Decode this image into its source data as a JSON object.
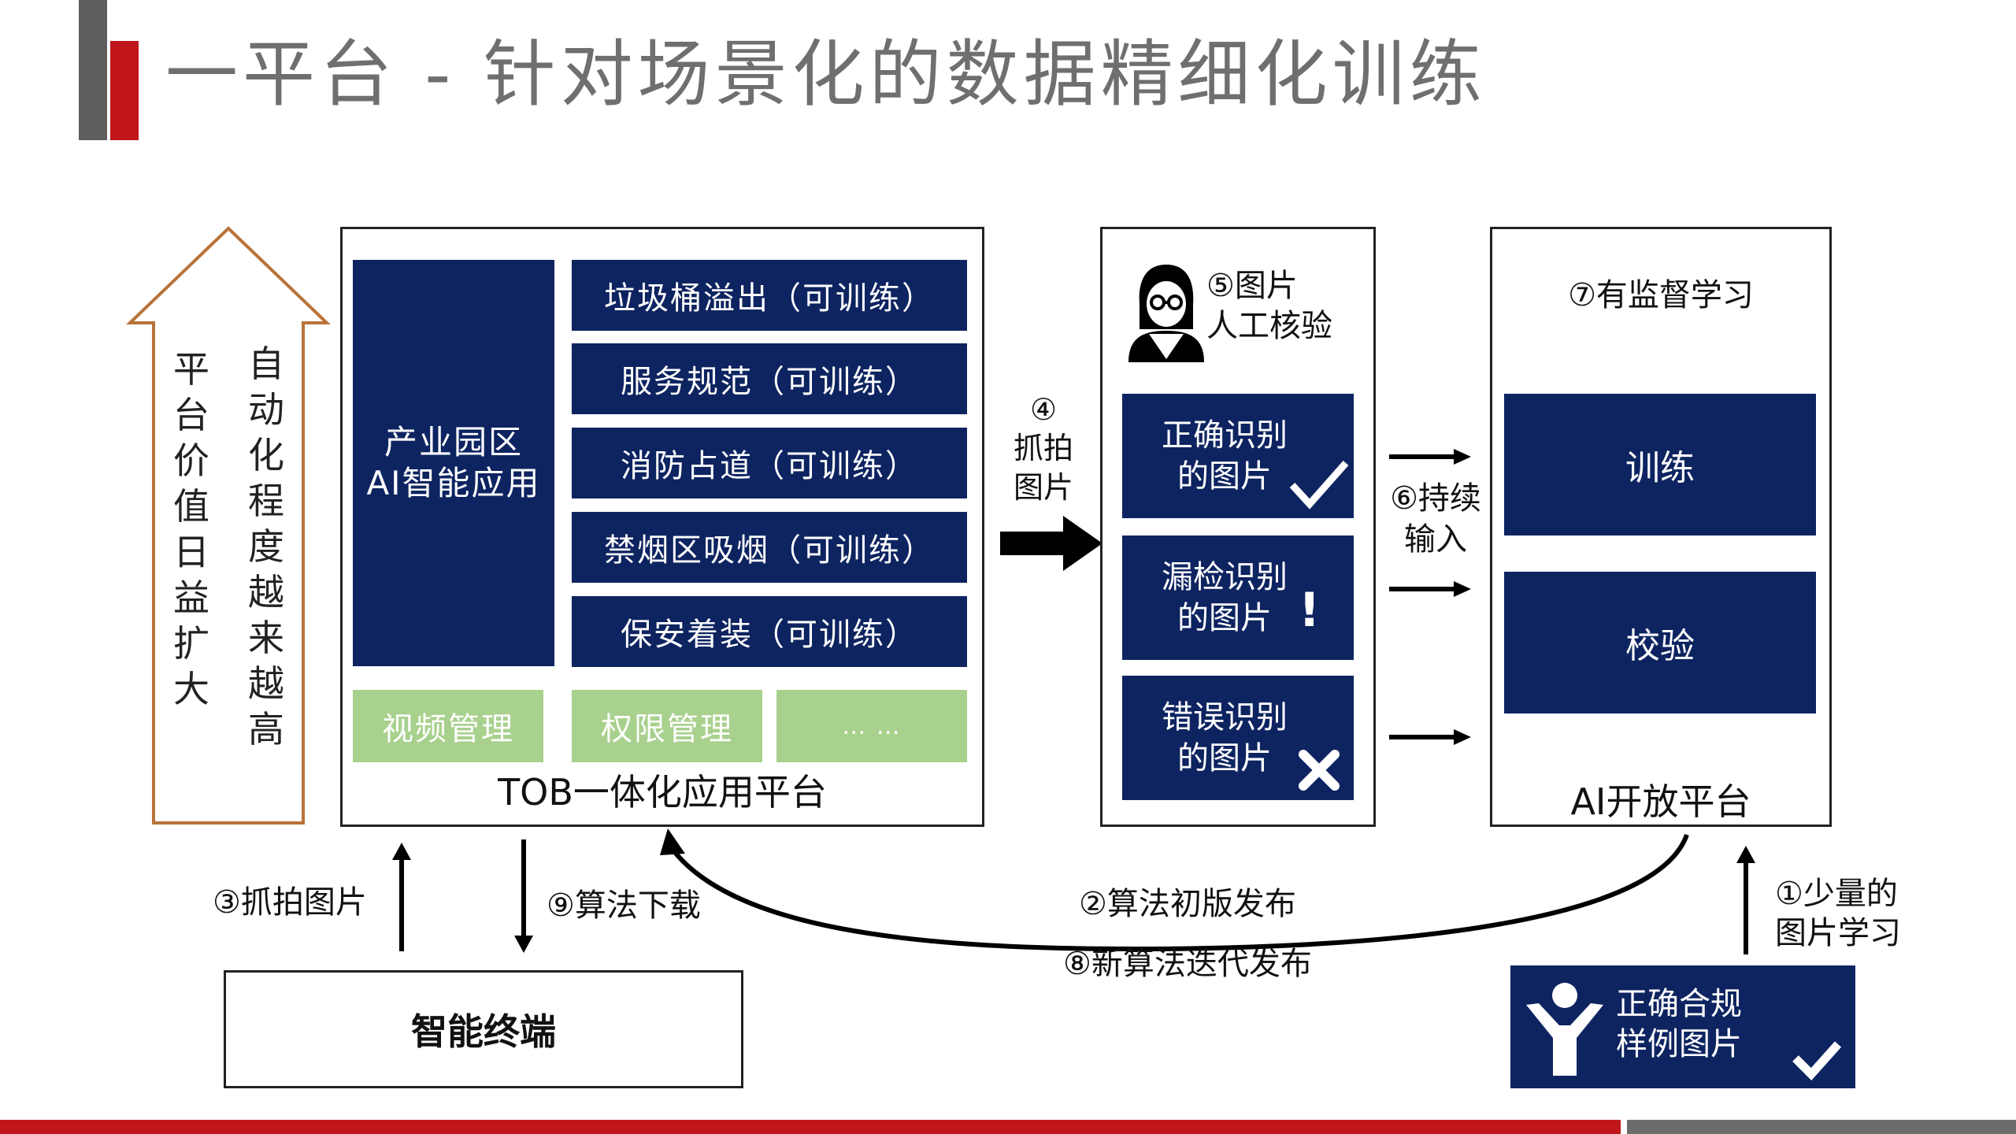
{
  "title": "一平台 - 针对场景化的数据精细化训练",
  "left_arrow": {
    "col1": "平台价值日益扩大",
    "col2": "自动化程度越来越高"
  },
  "tob_platform": {
    "caption": "TOB一体化应用平台",
    "main_block": "产业园区\nAI智能应用",
    "items": [
      "垃圾桶溢出（可训练）",
      "服务规范（可训练）",
      "消防占道（可训练）",
      "禁烟区吸烟（可训练）",
      "保安着装（可训练）"
    ],
    "bottom": [
      "视频管理",
      "权限管理",
      "… …"
    ]
  },
  "step4": "④\n抓拍\n图片",
  "review_box": {
    "header": "⑤图片\n人工核验",
    "cards": [
      {
        "text": "正确识别\n的图片",
        "mark": "check"
      },
      {
        "text": "漏检识别\n的图片",
        "mark": "!"
      },
      {
        "text": "错误识别\n的图片",
        "mark": "cross"
      }
    ]
  },
  "step6": "⑥持续\n输入",
  "ai_platform": {
    "header": "⑦有监督学习",
    "blocks": [
      "训练",
      "校验"
    ],
    "caption": "AI开放平台"
  },
  "step3": "③抓拍图片",
  "step9": "⑨算法下载",
  "step2": "②算法初版发布",
  "step8": "⑧新算法迭代发布",
  "step1": "①少量的\n图片学习",
  "terminal": "智能终端",
  "sample_box": "正确合规\n样例图片",
  "colors": {
    "navy": "#0e2461",
    "green": "#a9d18e",
    "red": "#c0161b",
    "orange": "#b8733a"
  }
}
